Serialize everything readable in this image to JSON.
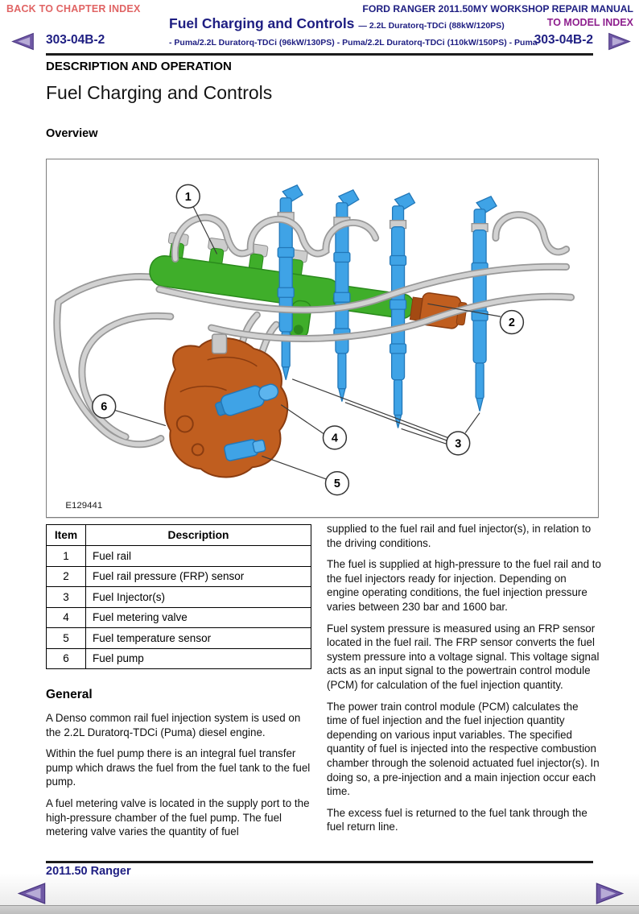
{
  "header": {
    "back_link": "BACK TO CHAPTER INDEX",
    "manual_title": "FORD RANGER 2011.50MY WORKSHOP REPAIR MANUAL",
    "model_index_link": "TO MODEL INDEX",
    "section_title": "Fuel Charging and Controls",
    "section_subtitle_1": "— 2.2L Duratorq-TDCi (88kW/120PS)",
    "section_subtitle_2": "- Puma/2.2L Duratorq-TDCi (96kW/130PS) - Puma/2.2L Duratorq-TDCi (110kW/150PS) - Puma",
    "page_code_left": "303-04B-2",
    "page_code_right": "303-04B-2"
  },
  "content": {
    "kicker": "DESCRIPTION AND OPERATION",
    "page_title": "Fuel Charging and Controls",
    "overview_heading": "Overview",
    "figure_label": "E129441",
    "callouts": [
      "1",
      "2",
      "3",
      "4",
      "5",
      "6"
    ]
  },
  "table": {
    "headers": [
      "Item",
      "Description"
    ],
    "rows": [
      [
        "1",
        "Fuel rail"
      ],
      [
        "2",
        "Fuel rail pressure (FRP) sensor"
      ],
      [
        "3",
        "Fuel Injector(s)"
      ],
      [
        "4",
        "Fuel metering valve"
      ],
      [
        "5",
        "Fuel temperature sensor"
      ],
      [
        "6",
        "Fuel pump"
      ]
    ]
  },
  "general": {
    "heading": "General",
    "paragraphs": [
      "A Denso common rail fuel injection system is used on the 2.2L Duratorq-TDCi (Puma) diesel engine.",
      "Within the fuel pump there is an integral fuel transfer pump which draws the fuel from the fuel tank to the fuel pump.",
      "A fuel metering valve is located in the supply port to the high-pressure chamber of the fuel pump. The fuel metering valve varies the quantity of fuel"
    ]
  },
  "right_column": {
    "paragraphs": [
      "supplied to the fuel rail and fuel injector(s), in relation to the driving conditions.",
      "The fuel is supplied at high-pressure to the fuel rail and to the fuel injectors ready for injection. Depending on engine operating conditions, the fuel injection pressure varies between 230 bar and 1600 bar.",
      "Fuel system pressure is measured using an FRP sensor located in the fuel rail. The FRP sensor converts the fuel system pressure into a voltage signal. This voltage signal acts as an input signal to the powertrain control module (PCM) for calculation of the fuel injection quantity.",
      "The power train control module (PCM) calculates the time of fuel injection and the fuel injection quantity depending on various input variables. The specified quantity of fuel is injected into the respective combustion chamber through the solenoid actuated fuel injector(s). In doing so, a pre-injection and a main injection occur each time.",
      "The excess fuel is returned to the fuel tank through the fuel return line."
    ]
  },
  "footer": {
    "model_year": "2011.50 Ranger"
  },
  "colors": {
    "navy": "#1e1e82",
    "coral_link": "#e06464",
    "purple_link": "#8e1f8e",
    "arrow_purple": "#6f58a5",
    "rail_green": "#3fae2a",
    "injector_blue": "#3fa3e6",
    "pump_orange": "#c05e1f",
    "pipe_gray": "#d2d2d2"
  }
}
